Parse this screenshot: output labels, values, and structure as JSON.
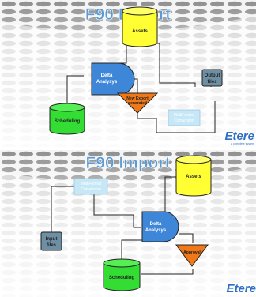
{
  "export_slide": {
    "title": "F90 Export",
    "nodes": {
      "assets": "Assets",
      "delta_line1": "Delta",
      "delta_line2": "Analysys",
      "new_export_line1": "New Export",
      "new_export_line2": "generated",
      "output_line1": "Output",
      "output_line2": "files",
      "scheduling": "Scheduling",
      "multiformat_line1": "MultiFormat",
      "multiformat_line2": "Conversion"
    },
    "logo": {
      "brand": "Etere",
      "tagline": "a complete system"
    }
  },
  "import_slide": {
    "title": "F90 Import",
    "nodes": {
      "input_line1": "Input",
      "input_line2": "files",
      "multiformat_line1": "MultiFormat",
      "multiformat_line2": "Conversion",
      "assets": "Assets",
      "delta_line1": "Delta",
      "delta_line2": "Analysys",
      "approval": "Approval",
      "scheduling": "Scheduling"
    },
    "logo": {
      "brand": "Etere"
    }
  },
  "colors": {
    "title_fill": "#5b9bd5",
    "assets_fill": "#ffff33",
    "delta_fill": "#3e86d8",
    "triangle_fill": "#f07818",
    "scheduling_fill": "#33dd33",
    "files_fill": "#6e8fa3",
    "multiformat_fill": "#c6e7f5",
    "logo_blue": "#2f6fc4"
  }
}
